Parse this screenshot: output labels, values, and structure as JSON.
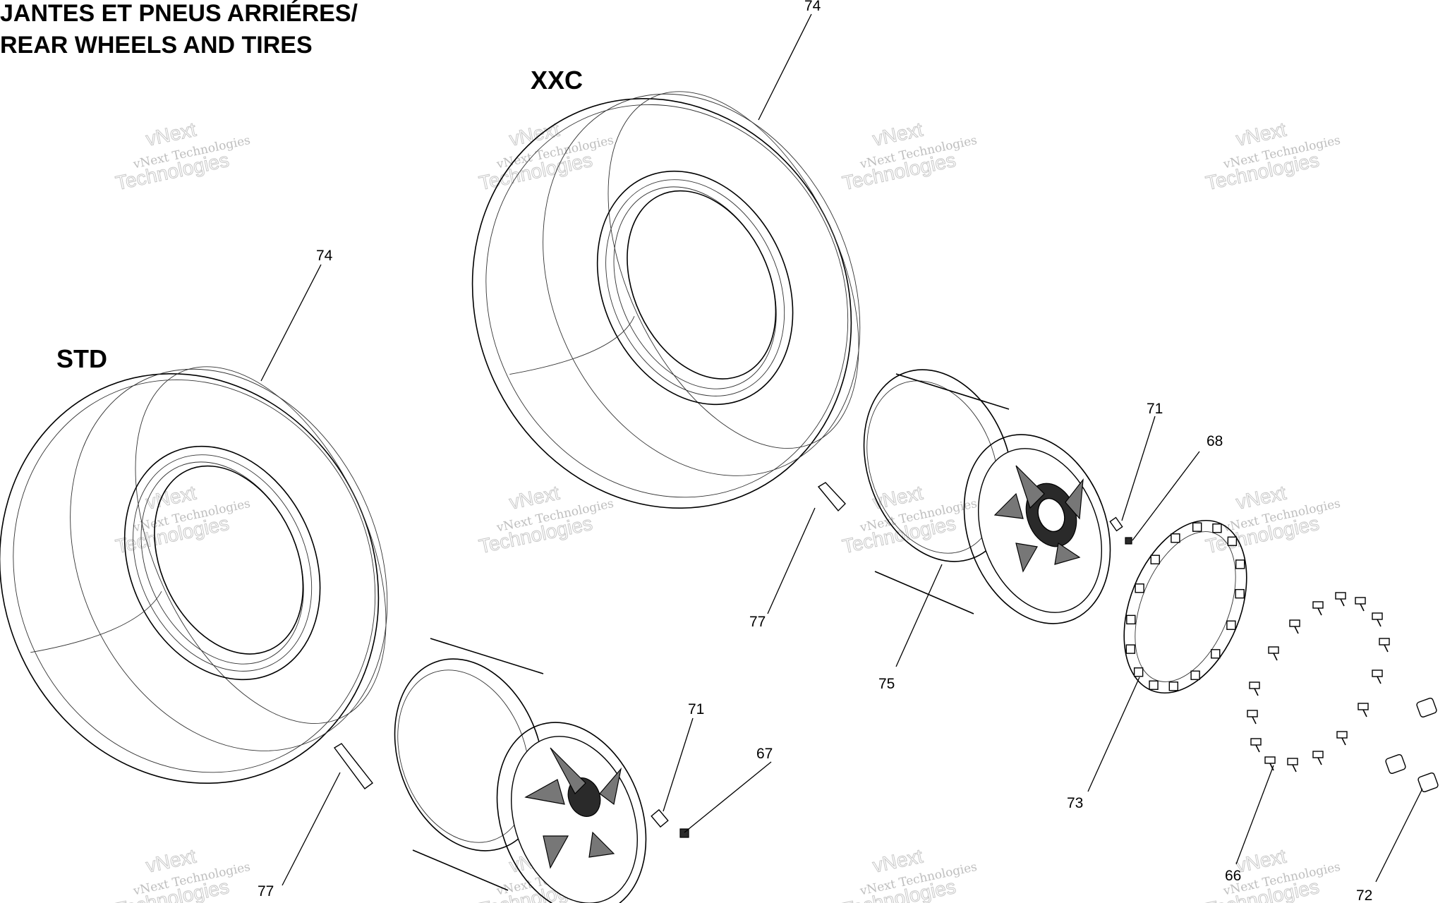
{
  "title": {
    "line1": "JANTES ET PNEUS ARRIÉRES/",
    "line2": "REAR WHEELS AND TIRES"
  },
  "variants": {
    "xxc": "XXC",
    "std": "STD"
  },
  "callouts": {
    "tire_xxc": "74",
    "tire_std": "74",
    "valve_upper": "71",
    "valve_lower": "71",
    "ring_screw_68": "68",
    "valve_cap_67": "67",
    "weight_upper": "77",
    "weight_lower": "77",
    "rim_upper": "75",
    "beadlock_ring": "73",
    "bolts": "66",
    "nut": "72"
  },
  "watermark": {
    "small": "vNext Technologies",
    "large_top": "vNext",
    "large_bottom": "Technologies"
  }
}
